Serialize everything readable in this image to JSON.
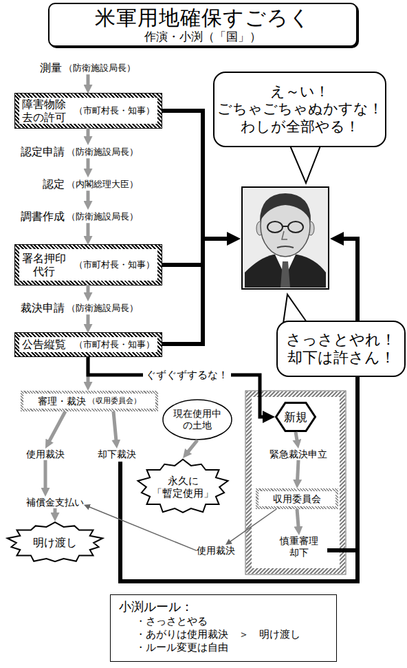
{
  "diagram": {
    "title": "米軍用地確保すごろく",
    "nodes": [
      {
        "text": [
          "測量",
          "（防衛施設局長）"
        ]
      },
      {
        "text": [
          "障害物除 去の許可",
          "（市町村長・知事）"
        ]
      },
      {
        "text": [
          "認定申請",
          "（防衛施設局長）"
        ]
      },
      {
        "text": [
          "認定",
          "（内閣総理大臣）"
        ]
      },
      {
        "text": [
          "調書作成",
          "（防衛施設局長）"
        ]
      },
      {
        "text": [
          "署名押印 代行",
          "（市町村長・知事）"
        ]
      },
      {
        "text": [
          "裁決申請",
          "（防衛施設局長）"
        ]
      },
      {
        "text": [
          "公告縦覧",
          "（市町村長・知事）"
        ]
      },
      {
        "text": [
          "審理・裁決",
          "（収用委員会）"
        ]
      },
      {
        "text": [
          "使用裁決"
        ]
      },
      {
        "text": [
          "却下裁決"
        ]
      },
      {
        "text": [
          "補償金支払い"
        ]
      },
      {
        "text": [
          "明け渡し"
        ]
      },
      {
        "text": [
          "現在使用中 の土地"
        ]
      },
      {
        "text": [
          "永久に 「暫定使用」"
        ]
      },
      {
        "text": [
          "新規"
        ]
      },
      {
        "text": [
          "緊急裁決申立"
        ]
      },
      {
        "text": [
          "収用委員会"
        ]
      },
      {
        "text": [
          "使用裁決"
        ]
      },
      {
        "text": [
          "慎重審理 却下"
        ]
      },
      {
        "text": [
          "え～い！ ごちゃごちゃぬかすな！ わしが全部やる！"
        ]
      },
      {
        "text": [
          "さっさとやれ！ 却下は許さん！"
        ]
      },
      {
        "text": [
          "小渕ルール：",
          "・さっさとやる",
          "・あがりは使用裁決　＞　明け渡し",
          "・ルール変更は自由"
        ]
      }
    ],
    "edges": [
      {
        "from": 0,
        "to": 1,
        "arrow": "to"
      },
      {
        "from": 1,
        "to": 2,
        "arrow": "to"
      },
      {
        "from": 2,
        "to": 3,
        "arrow": "to"
      },
      {
        "from": 3,
        "to": 4,
        "arrow": "to"
      },
      {
        "from": 4,
        "to": 5,
        "arrow": "to"
      },
      {
        "from": 5,
        "to": 6,
        "arrow": "to"
      },
      {
        "from": 6,
        "to": 7,
        "arrow": "to"
      },
      {
        "from": 7,
        "to": 8,
        "arrow": "to"
      },
      {
        "from": 7,
        "to": 15,
        "label": "ぐずぐずするな！",
        "arrow": "to"
      },
      {
        "from": 8,
        "to": 9,
        "arrow": "to"
      },
      {
        "from": 8,
        "to": 10,
        "arrow": "to"
      },
      {
        "from": 9,
        "to": 11,
        "arrow": "to"
      },
      {
        "from": 11,
        "to": 12,
        "arrow": "to"
      },
      {
        "from": 13,
        "to": 14,
        "arrow": "to"
      },
      {
        "from": 15,
        "to": 16,
        "arrow": "to"
      },
      {
        "from": 16,
        "to": 17,
        "arrow": "to"
      },
      {
        "from": 17,
        "to": 18,
        "arrow": "to"
      },
      {
        "from": 17,
        "to": 19,
        "arrow": "to"
      },
      {
        "from": 18,
        "to": 11,
        "arrow": "to"
      }
    ],
    "labels": [
      "作演・小渕（「国」）"
    ]
  }
}
